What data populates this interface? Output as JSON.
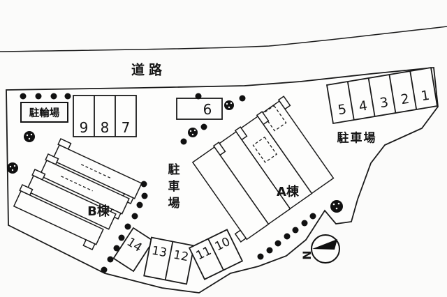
{
  "labels": {
    "road": "道路",
    "bicycle_parking": "駐輪場",
    "parking_lot_right": "駐車場",
    "parking_lot_center": "駐車場",
    "building_a": "A棟",
    "building_b": "B棟",
    "north": "N"
  },
  "parking_spaces": {
    "top_left_row": [
      "9",
      "8",
      "7"
    ],
    "single": "6",
    "north_row": [
      "5",
      "4",
      "3",
      "2",
      "1"
    ],
    "south_row": [
      "14",
      "13",
      "12",
      "11",
      "10"
    ]
  },
  "colors": {
    "line": "#1a1a1a",
    "background": "#fbfbfa",
    "tree": "#111111"
  }
}
